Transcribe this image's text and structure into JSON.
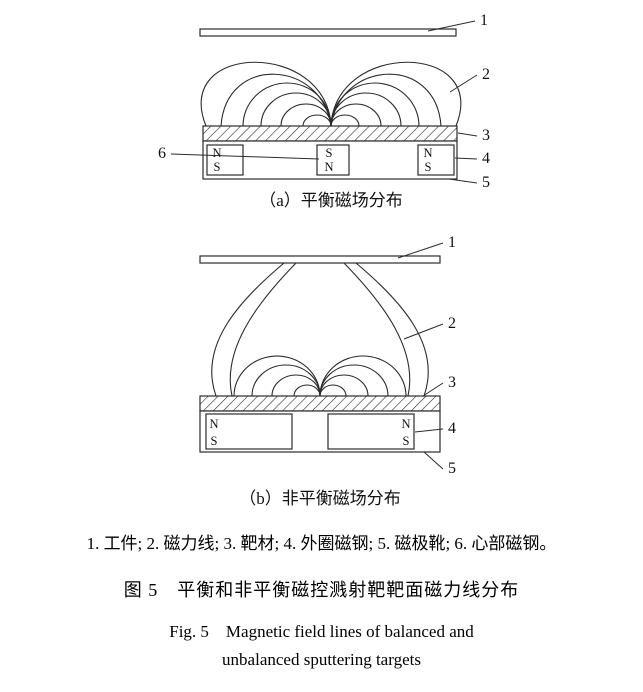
{
  "a": {
    "caption": "（a）平衡磁场分布",
    "labels": {
      "l1": "1",
      "l2": "2",
      "l3": "3",
      "l4": "4",
      "l5": "5",
      "l6": "6"
    },
    "magnet_left": {
      "top": "N",
      "bottom": "S"
    },
    "magnet_center": {
      "top": "S",
      "bottom": "N"
    },
    "magnet_right": {
      "top": "N",
      "bottom": "S"
    }
  },
  "b": {
    "caption": "（b）非平衡磁场分布",
    "labels": {
      "l1": "1",
      "l2": "2",
      "l3": "3",
      "l4": "4",
      "l5": "5"
    },
    "magnet_left": {
      "top": "N",
      "bottom": "S"
    },
    "magnet_right": {
      "top": "N",
      "bottom": "S"
    }
  },
  "legend": "1. 工件; 2. 磁力线; 3. 靶材; 4. 外圈磁钢; 5. 磁极靴; 6. 心部磁钢。",
  "caption_zh": "图 5　平衡和非平衡磁控溅射靶靶面磁力线分布",
  "caption_en_1": "Fig. 5　Magnetic field lines of balanced and",
  "caption_en_2": "unbalanced sputtering targets"
}
